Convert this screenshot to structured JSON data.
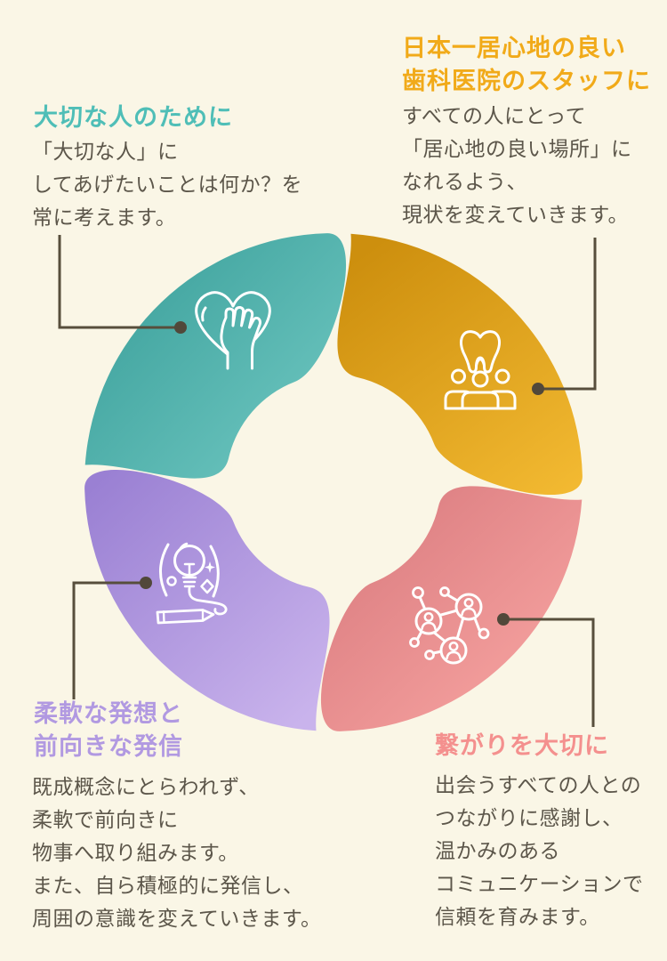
{
  "background_color": "#faf6e6",
  "text_color": "#5c564a",
  "connector": {
    "line_color": "#574e3c",
    "dot_color": "#51483a"
  },
  "sections": [
    {
      "id": "care",
      "icon": "heart-hand-icon",
      "title_color": "#4fbeb7",
      "grad": [
        "#3da19c",
        "#70c8c2"
      ],
      "title_lines": [
        "大切な人のために"
      ],
      "body_lines": [
        "「大切な人」に",
        "してあげたいことは何か？を",
        "常に考えます。"
      ]
    },
    {
      "id": "staff",
      "icon": "tooth-people-icon",
      "title_color": "#f1aa19",
      "grad": [
        "#cd8f0e",
        "#f3ba32"
      ],
      "title_lines": [
        "日本一居心地の良い",
        "歯科医院のスタッフに"
      ],
      "body_lines": [
        "すべての人にとって",
        "「居心地の良い場所」に",
        "なれるよう、",
        "現状を変えていきます。"
      ]
    },
    {
      "id": "idea",
      "icon": "lightbulb-pencil-icon",
      "title_color": "#b199e1",
      "grad": [
        "#9a80d3",
        "#c9b3ec"
      ],
      "title_lines": [
        "柔軟な発想と",
        "前向きな発信"
      ],
      "body_lines": [
        "既成概念にとらわれず、",
        "柔軟で前向きに",
        "物事へ取り組みます。",
        "また、自ら積極的に発信し、",
        "周囲の意識を変えていきます。"
      ]
    },
    {
      "id": "connection",
      "icon": "people-network-icon",
      "title_color": "#f4908e",
      "grad": [
        "#dd8083",
        "#f9a6a3"
      ],
      "title_lines": [
        "繋がりを大切に"
      ],
      "body_lines": [
        "出会うすべての人との",
        "つながりに感謝し、",
        "温かみのある",
        "コミュニケーションで",
        "信頼を育みます。"
      ]
    }
  ]
}
